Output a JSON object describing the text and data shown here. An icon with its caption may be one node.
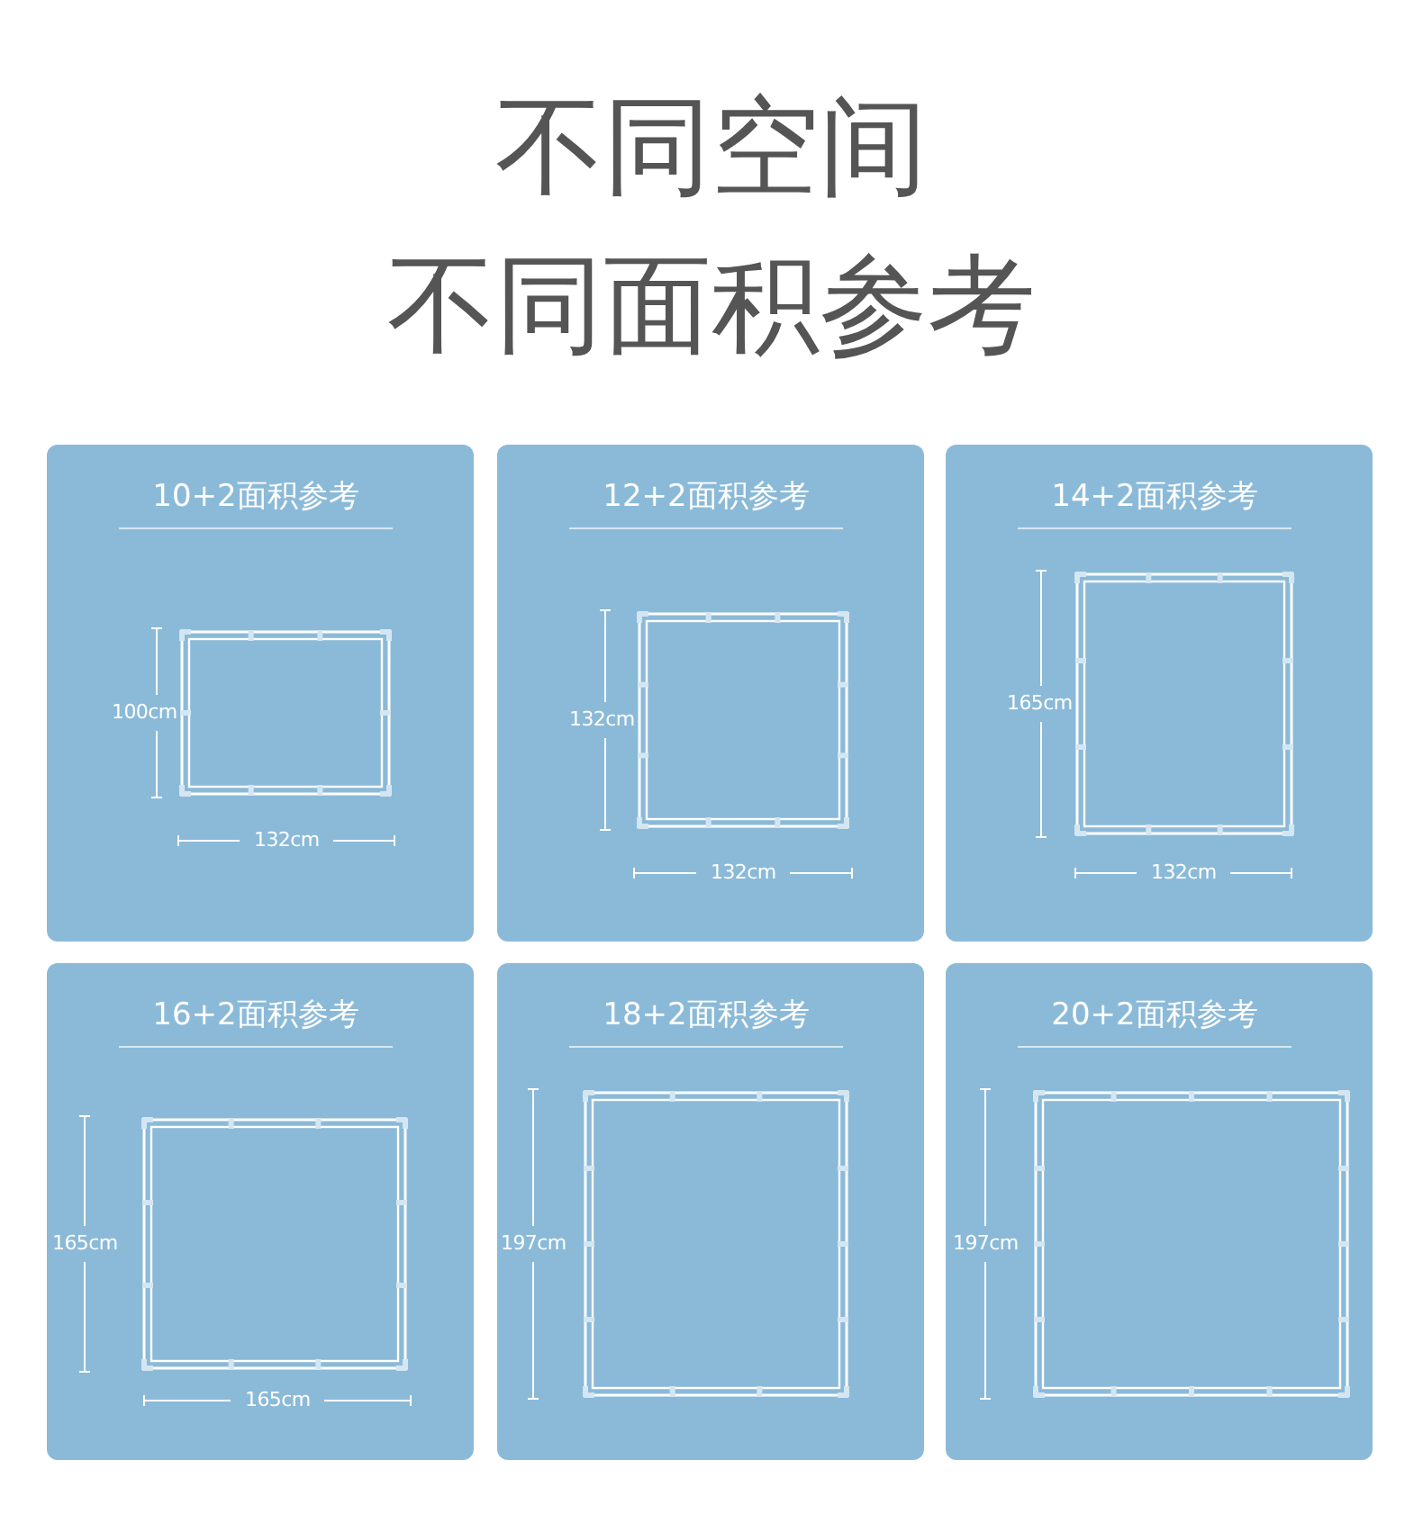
{
  "diagram": {
    "title": "不同空间",
    "labels": [
      "不同面积参考"
    ],
    "nodes": [
      {
        "text": [
          "10+2面积参考",
          "100cm",
          "132cm"
        ]
      },
      {
        "text": [
          "12+2面积参考",
          "132cm",
          "132cm"
        ]
      },
      {
        "text": [
          "14+2面积参考",
          "165cm",
          "132cm"
        ]
      },
      {
        "text": [
          "16+2面积参考",
          "165cm",
          "165cm"
        ]
      },
      {
        "text": [
          "18+2面积参考",
          "197cm"
        ]
      },
      {
        "text": [
          "20+2面积参考",
          "197cm"
        ]
      }
    ]
  }
}
